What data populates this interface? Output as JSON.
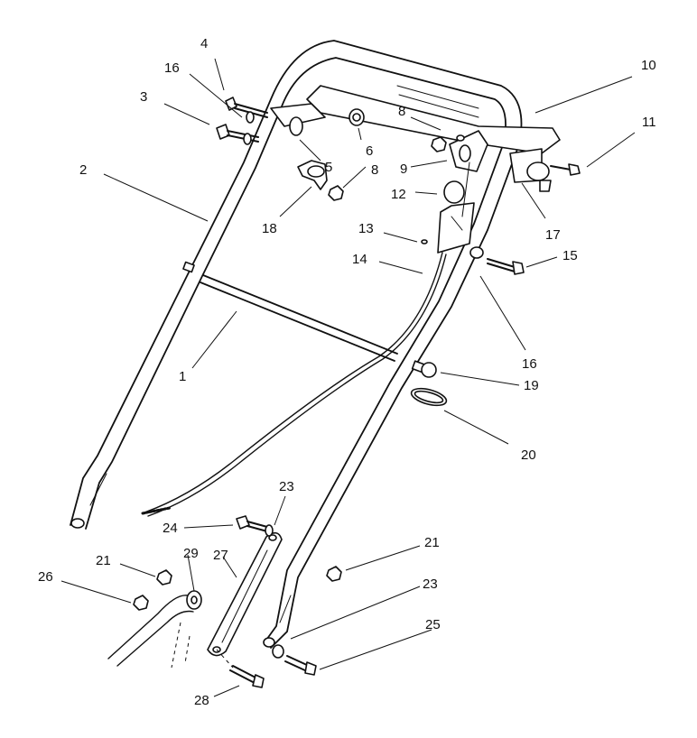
{
  "callouts": {
    "c1": "1",
    "c2": "2",
    "c3": "3",
    "c4": "4",
    "c5": "5",
    "c6": "6",
    "c8a": "8",
    "c8b": "8",
    "c9": "9",
    "c10": "10",
    "c11": "11",
    "c12": "12",
    "c13": "13",
    "c14": "14",
    "c15": "15",
    "c16a": "16",
    "c16b": "16",
    "c17": "17",
    "c18": "18",
    "c19": "19",
    "c20": "20",
    "c21a": "21",
    "c21b": "21",
    "c23a": "23",
    "c23b": "23",
    "c24": "24",
    "c25": "25",
    "c26": "26",
    "c27": "27",
    "c28": "28",
    "c29": "29"
  }
}
